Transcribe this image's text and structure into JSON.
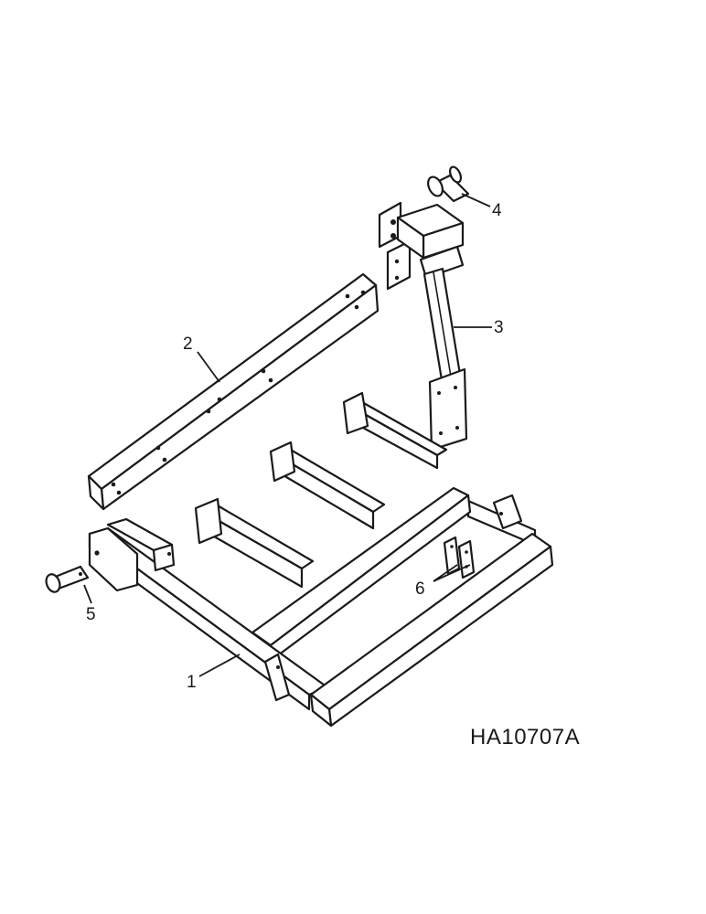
{
  "figure_id": "HA10707A",
  "callouts": [
    {
      "id": "1",
      "label": "1"
    },
    {
      "id": "2",
      "label": "2"
    },
    {
      "id": "3",
      "label": "3"
    },
    {
      "id": "4",
      "label": "4"
    },
    {
      "id": "5",
      "label": "5"
    },
    {
      "id": "6",
      "label": "6"
    }
  ]
}
